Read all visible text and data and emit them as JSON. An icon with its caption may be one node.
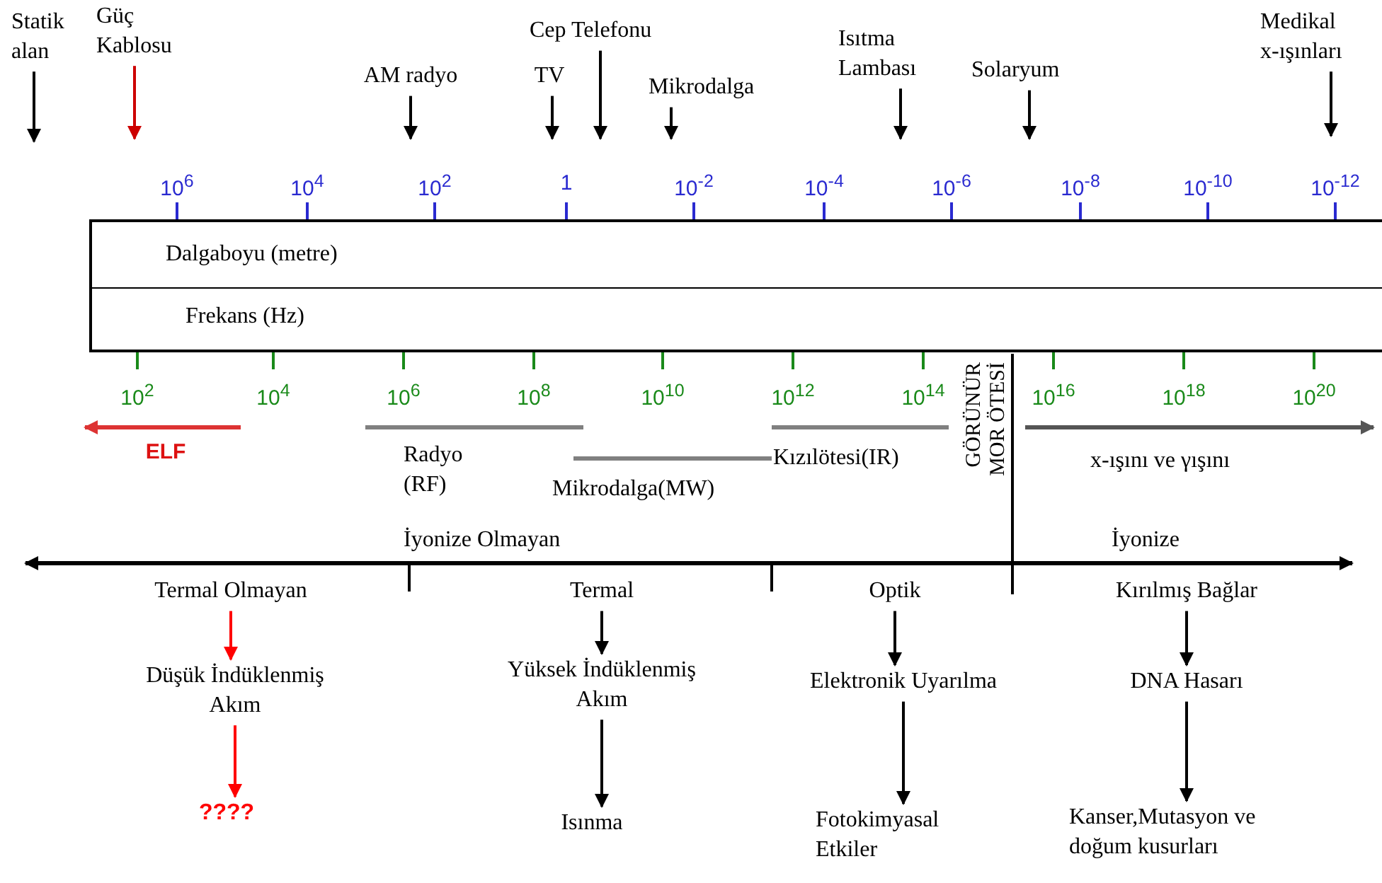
{
  "diagram": {
    "nodes": [
      {
        "text": [
          "Statik alan"
        ]
      },
      {
        "text": [
          "Güç Kablosu"
        ]
      },
      {
        "text": [
          "AM radyo"
        ]
      },
      {
        "text": [
          "Cep Telefonu"
        ]
      },
      {
        "text": [
          "TV"
        ]
      },
      {
        "text": [
          "Mikrodalga"
        ]
      },
      {
        "text": [
          "Isıtma Lambası"
        ]
      },
      {
        "text": [
          "Solaryum"
        ]
      },
      {
        "text": [
          "Medikal x-ışınları"
        ]
      },
      {
        "text": [
          "Dalgaboyu (metre)",
          "Frekans (Hz)"
        ]
      },
      {
        "text": [
          "Termal Olmayan"
        ]
      },
      {
        "text": [
          "Düşük İndüklenmiş Akım"
        ]
      },
      {
        "text": [
          "????"
        ]
      },
      {
        "text": [
          "Termal"
        ]
      },
      {
        "text": [
          "Yüksek İndüklenmiş Akım"
        ]
      },
      {
        "text": [
          "Isınma"
        ]
      },
      {
        "text": [
          "Optik"
        ]
      },
      {
        "text": [
          "Elektronik Uyarılma"
        ]
      },
      {
        "text": [
          "Fotokimyasal Etkiler"
        ]
      },
      {
        "text": [
          "Kırılmış Bağlar"
        ]
      },
      {
        "text": [
          "DNA Hasarı"
        ]
      },
      {
        "text": [
          "Kanser,Mutasyon ve doğum kusurları"
        ]
      }
    ],
    "edges": [
      {
        "from": 0,
        "to": null,
        "arrow": "to"
      },
      {
        "from": 1,
        "to": null,
        "arrow": "to",
        "color": "#cc0000"
      },
      {
        "from": 2,
        "to": null,
        "arrow": "to"
      },
      {
        "from": 3,
        "to": null,
        "arrow": "to"
      },
      {
        "from": 4,
        "to": null,
        "arrow": "to"
      },
      {
        "from": 5,
        "to": null,
        "arrow": "to"
      },
      {
        "from": 6,
        "to": null,
        "arrow": "to"
      },
      {
        "from": 7,
        "to": null,
        "arrow": "to"
      },
      {
        "from": 8,
        "to": null,
        "arrow": "to"
      },
      {
        "from": 10,
        "to": 11,
        "arrow": "to",
        "color": "#ff0000"
      },
      {
        "from": 11,
        "to": 12,
        "arrow": "to",
        "color": "#ff0000"
      },
      {
        "from": 13,
        "to": 14,
        "arrow": "to"
      },
      {
        "from": 14,
        "to": 15,
        "arrow": "to"
      },
      {
        "from": 16,
        "to": 17,
        "arrow": "to"
      },
      {
        "from": 17,
        "to": 18,
        "arrow": "to"
      },
      {
        "from": 19,
        "to": 20,
        "arrow": "to"
      },
      {
        "from": 20,
        "to": 21,
        "arrow": "to"
      }
    ],
    "labels": [
      "10$^{6}$",
      "10$^{4}$",
      "10$^{2}$",
      "1",
      "10$^{-2}$",
      "10$^{-4}$",
      "10$^{-6}$",
      "10$^{-8}$",
      "10$^{-10}$",
      "10$^{-12}$",
      "10$^{2}$",
      "10$^{4}$",
      "10$^{6}$",
      "10$^{8}$",
      "10$^{10}$",
      "10$^{12}$",
      "10$^{14}$",
      "10$^{16}$",
      "10$^{18}$",
      "10$^{20}$",
      "ELF",
      "Radyo (RF)",
      "Mikrodalga(MW)",
      "Kızılötesi(IR)",
      "GÖRÜNÜR",
      "MOR ÖTESİ",
      "x-ışını ve γışını",
      "İyonize Olmayan",
      "İyonize"
    ]
  }
}
